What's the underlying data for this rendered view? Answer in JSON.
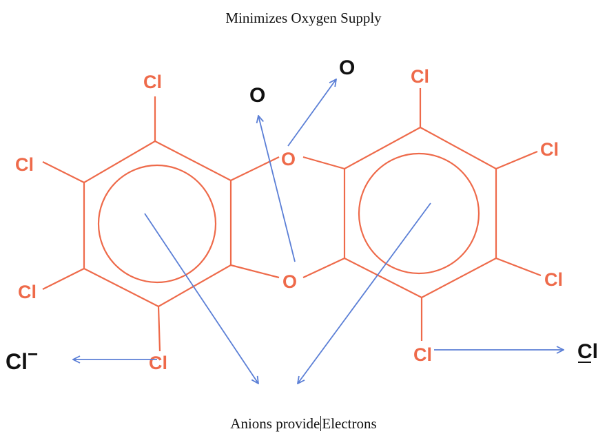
{
  "captions": {
    "top": "Minimizes Oxygen Supply",
    "bottom_left": "Anions provide",
    "bottom_right": "Electrons"
  },
  "molecule": {
    "atoms": {
      "cl_top_left": "Cl",
      "cl_left_upper": "Cl",
      "cl_left_lower": "Cl",
      "cl_bottom_left": "Cl",
      "o_top_bridge": "O",
      "o_bottom_bridge": "O",
      "cl_top_right": "Cl",
      "cl_right_upper": "Cl",
      "cl_right_lower": "Cl",
      "cl_bottom_right": "Cl"
    }
  },
  "products": {
    "o_left": "O",
    "o_right": "O",
    "chloride_left": "Cl",
    "chloride_left_charge": "−",
    "chloride_right": "Cl"
  },
  "colors": {
    "molecule": "#ee6a4a",
    "arrows": "#5b7fd6",
    "text": "#111111"
  }
}
